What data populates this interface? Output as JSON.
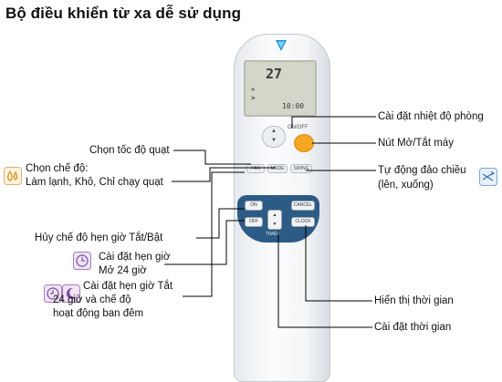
{
  "title": "Bộ điều khiển từ xa dễ sử dụng",
  "labels": {
    "temp_set": "Cài đặt nhiệt độ phòng",
    "power": "Nút Mở/Tắt máy",
    "fan_speed": "Chọn tốc độ quạt",
    "mode_line1": "Chọn chế độ:",
    "mode_line2": "Làm lạnh, Khô, Chỉ chạy quạt",
    "swing_line1": "Tự động đảo chiều",
    "swing_line2": "(lên, xuống)",
    "timer_cancel": "Hủy chế độ hẹn giờ Tắt/Bật",
    "on_timer_line1": "Cài đặt hẹn giờ",
    "on_timer_line2": "Mở 24 giờ",
    "off_timer_line1": "Cài đặt hẹn giờ Tắt",
    "off_timer_line2": "24 giờ và chế độ",
    "off_timer_line3": "hoạt động ban đêm",
    "time_display": "Hiển thị thời gian",
    "time_set": "Cài đặt thời gian"
  },
  "remote": {
    "screen_temp": "27",
    "screen_time": "10:00",
    "btn_onoff": "ON/OFF",
    "btn_fan": "FAN",
    "btn_mode": "MODE",
    "btn_swing": "SWING",
    "btn_cancel": "CANCEL",
    "btn_on": "ON",
    "btn_off": "OFF",
    "btn_clock": "CLOCK",
    "btn_timer": "TIMER"
  },
  "colors": {
    "power_button": "#f5a623",
    "panel": "#2c5b85",
    "lines": "#000000"
  }
}
